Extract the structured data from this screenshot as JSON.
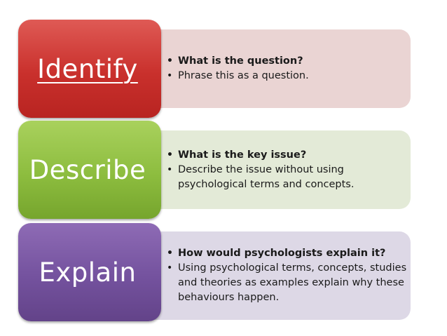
{
  "steps": [
    {
      "label": "Identify",
      "color": "#c9302c",
      "panel_color": "#ead4d3",
      "points": [
        {
          "text": "What is the question?",
          "bold": true
        },
        {
          "text": "Phrase this as a question.",
          "bold": false
        }
      ]
    },
    {
      "label": "Describe",
      "color": "#8dbd3f",
      "panel_color": "#e3ead7",
      "points": [
        {
          "text": "What is the key issue?",
          "bold": true
        },
        {
          "text": "Describe the issue without using psychological terms and concepts.",
          "bold": false
        }
      ]
    },
    {
      "label": "Explain",
      "color": "#74529e",
      "panel_color": "#ddd8e6",
      "points": [
        {
          "text": "How would psychologists explain it?",
          "bold": true
        },
        {
          "text": "Using psychological terms, concepts, studies and theories as examples explain why these behaviours happen.",
          "bold": false
        }
      ]
    }
  ]
}
